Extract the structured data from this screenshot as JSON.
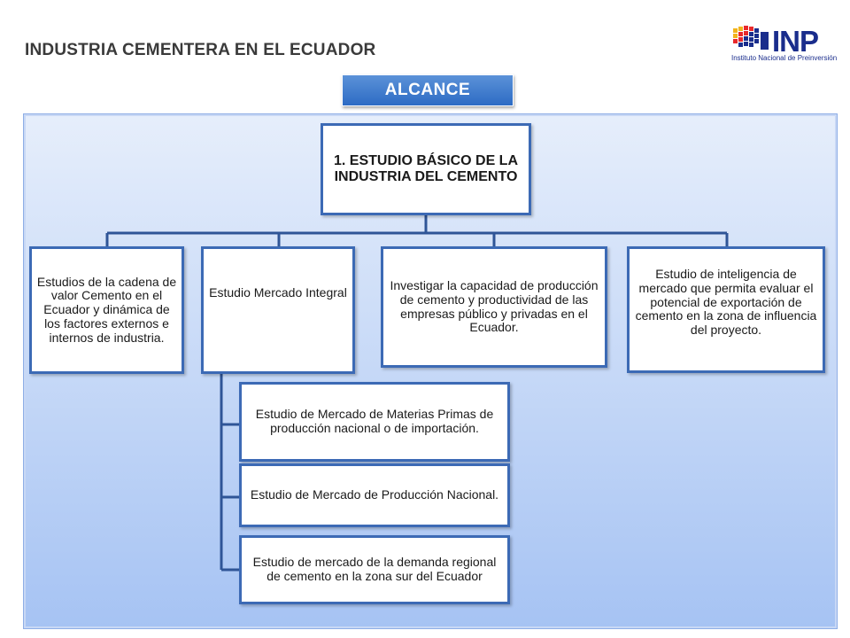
{
  "header": {
    "title": "INDUSTRIA CEMENTERA EN EL ECUADOR",
    "badge": "ALCANCE"
  },
  "logo": {
    "text": "INP",
    "subtitle": "Instituto Nacional de Preinversión",
    "colors": [
      "#1a2d8c",
      "#e8292b",
      "#f2b41c"
    ]
  },
  "diagram": {
    "root": "1. ESTUDIO BÁSICO DE LA INDUSTRIA DEL CEMENTO",
    "children": [
      "Estudios de la cadena de valor Cemento en el Ecuador y dinámica de los factores externos e internos de industria.",
      "Estudio Mercado Integral",
      "Investigar la capacidad de producción de cemento y productividad de las empresas público y privadas en el Ecuador.",
      "Estudio de inteligencia de mercado que permita evaluar el potencial de exportación de cemento en la zona de influencia del proyecto."
    ],
    "subchildren": [
      "Estudio de Mercado de Materias Primas de producción nacional o de importación.",
      "Estudio de Mercado de Producción Nacional.",
      "Estudio de mercado de la demanda regional de cemento en la zona sur  del Ecuador"
    ]
  },
  "colors": {
    "box_border": "#3c6ab5",
    "connector": "#2f5597",
    "badge": "#2d6bc4",
    "panel": "#a6c3f3"
  }
}
